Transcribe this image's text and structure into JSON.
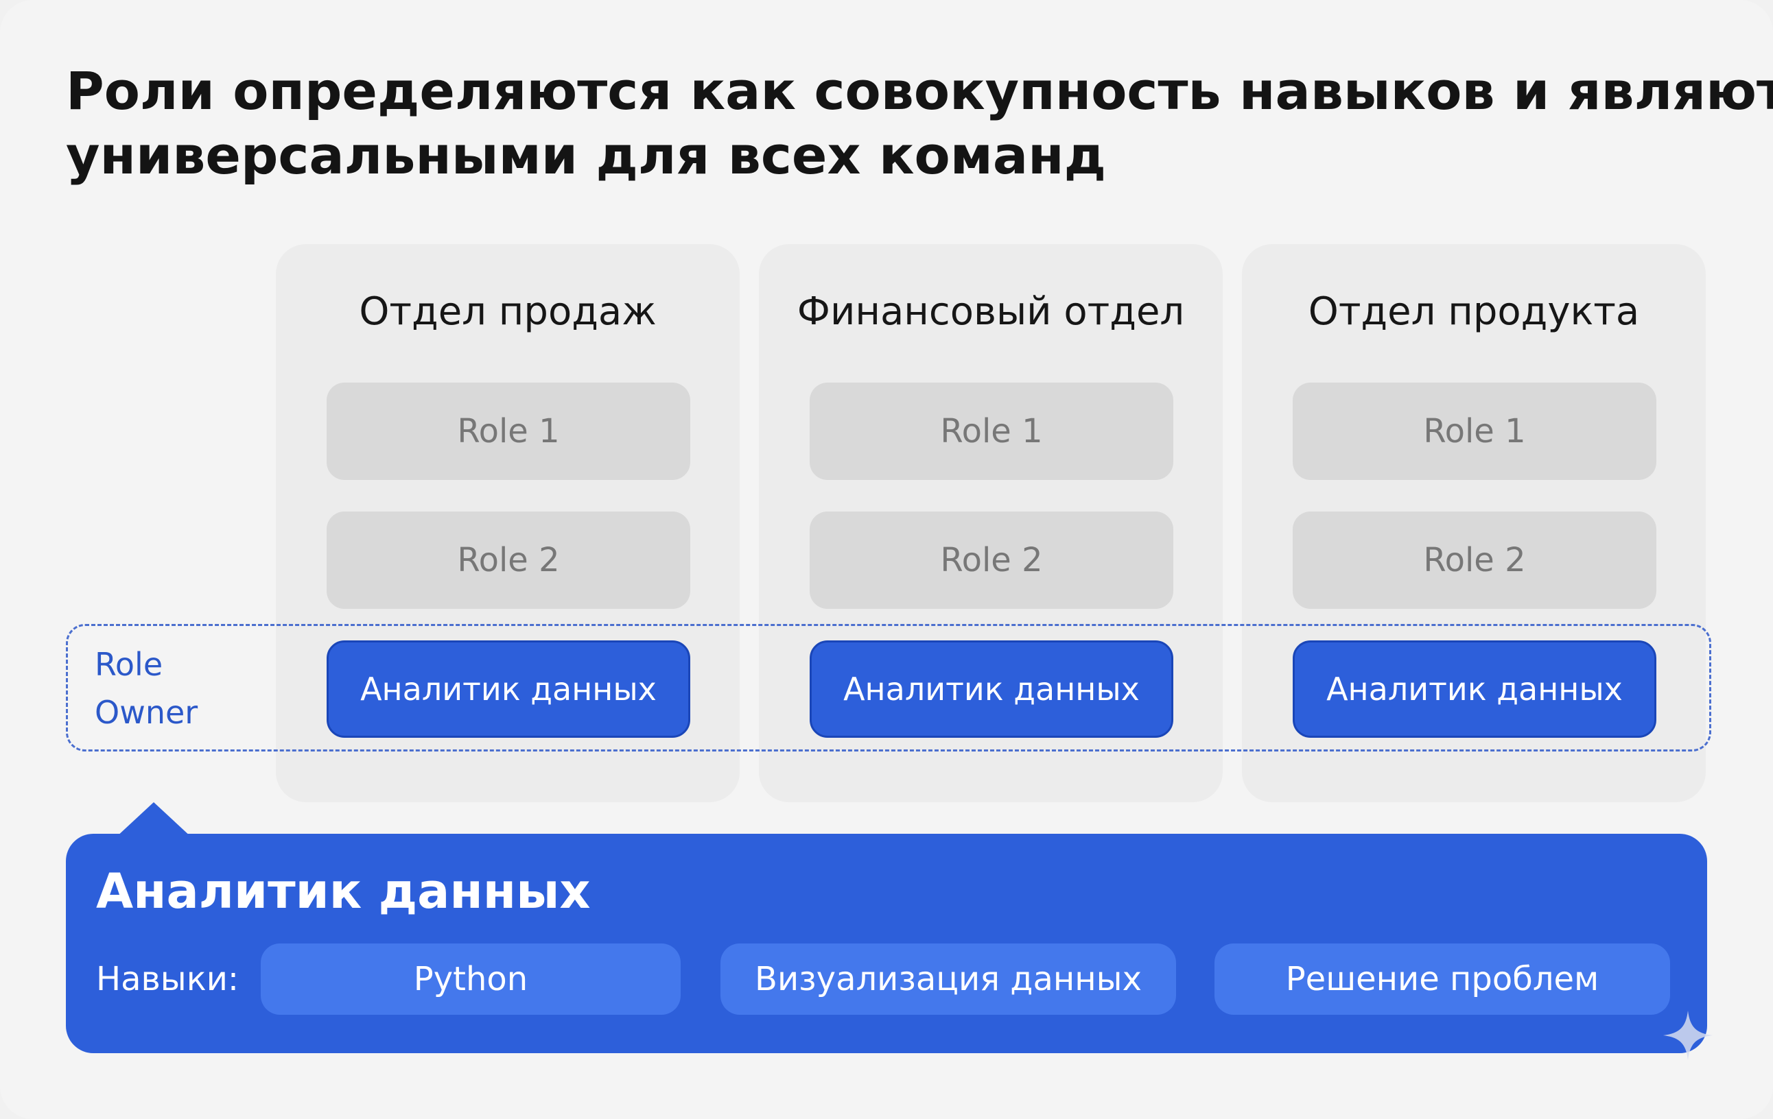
{
  "title": {
    "line1": "Роли определяются как совокупность навыков и являются",
    "line2": "универсальными для всех команд"
  },
  "departments": [
    {
      "name": "Отдел продаж",
      "roles": [
        "Role 1",
        "Role 2"
      ],
      "owner_role": "Аналитик данных"
    },
    {
      "name": "Финансовый отдел",
      "roles": [
        "Role 1",
        "Role 2"
      ],
      "owner_role": "Аналитик данных"
    },
    {
      "name": "Отдел продукта",
      "roles": [
        "Role 1",
        "Role 2"
      ],
      "owner_role": "Аналитик данных"
    }
  ],
  "owner_group": {
    "label_line1": "Role",
    "label_line2": "Owner"
  },
  "role_detail": {
    "title": "Аналитик данных",
    "skills_label": "Навыки:",
    "skills": [
      "Python",
      "Визуализация данных",
      "Решение проблем"
    ]
  },
  "colors": {
    "accent_blue": "#2d5fda",
    "skill_chip_blue": "#4478ec",
    "role_chip_gray": "#d9d9d9",
    "department_card_gray": "#ececec",
    "owner_label_blue": "#2b58c9"
  },
  "icons": {
    "corner": "sparkle-icon"
  }
}
